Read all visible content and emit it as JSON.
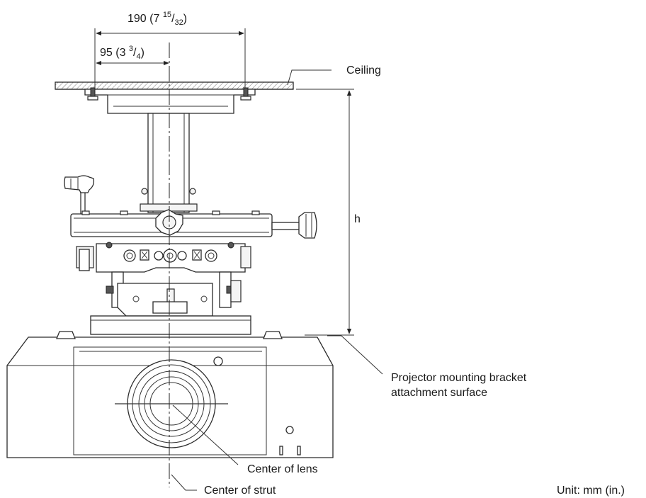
{
  "dimensions": {
    "width_total": {
      "main": "190 (7 ",
      "sup": "15",
      "rest": "/",
      "sub": "32",
      "end": ")"
    },
    "width_half": {
      "main": "95 (3 ",
      "sup": "3",
      "rest": "/",
      "sub": "4",
      "end": ")"
    },
    "height_label": "h"
  },
  "labels": {
    "ceiling": "Ceiling",
    "bracket_line1": "Projector mounting bracket",
    "bracket_line2": "attachment surface",
    "center_of_lens": "Center of lens",
    "center_of_strut": "Center of strut",
    "unit": "Unit: mm (in.)"
  }
}
